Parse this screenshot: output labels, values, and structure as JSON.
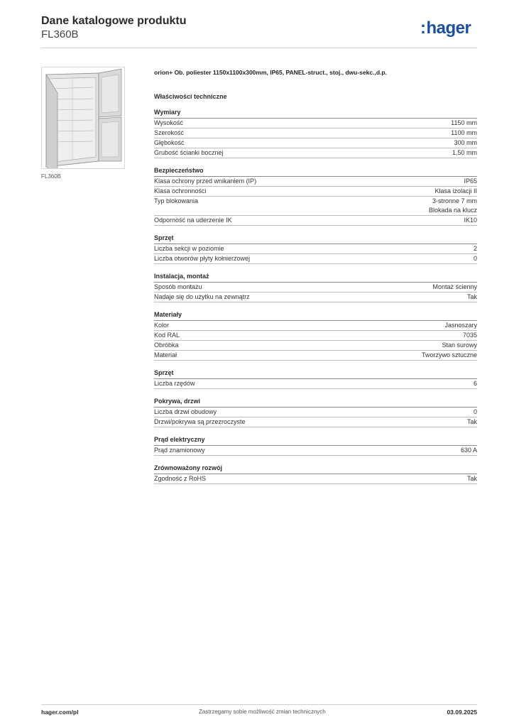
{
  "header": {
    "title": "Dane katalogowe produktu",
    "code": "FL360B",
    "logo": "hager"
  },
  "product": {
    "thumbnail_caption": "FL360B",
    "description": "orion+ Ob. poliester 1150x1100x300mm, IP65, PANEL-struct., stoj., dwu-sekc.,d.p."
  },
  "properties_title": "Właściwości techniczne",
  "sections": [
    {
      "title": "Wymiary",
      "rows": [
        {
          "label": "Wysokość",
          "value": [
            "1150 mm"
          ]
        },
        {
          "label": "Szerokość",
          "value": [
            "1100 mm"
          ]
        },
        {
          "label": "Głębokość",
          "value": [
            "300 mm"
          ]
        },
        {
          "label": "Grubość ścianki bocznej",
          "value": [
            "1,50 mm"
          ]
        }
      ]
    },
    {
      "title": "Bezpieczeństwo",
      "rows": [
        {
          "label": "Klasa ochrony przed wnikaniem (IP)",
          "value": [
            "IP65"
          ]
        },
        {
          "label": "Klasa ochronności",
          "value": [
            "Klasa izolacji II"
          ]
        },
        {
          "label": "Typ blokowania",
          "value": [
            "3-stronne 7 mm",
            "Blokada na klucz"
          ]
        },
        {
          "label": "Odporność na uderzenie IK",
          "value": [
            "IK10"
          ]
        }
      ]
    },
    {
      "title": "Sprzęt",
      "rows": [
        {
          "label": "Liczba sekcji w poziomie",
          "value": [
            "2"
          ]
        },
        {
          "label": "Liczba otworów płyty kołnierzowej",
          "value": [
            "0"
          ]
        }
      ]
    },
    {
      "title": "Instalacja, montaż",
      "rows": [
        {
          "label": "Sposób montażu",
          "value": [
            "Montaż ścienny"
          ]
        },
        {
          "label": "Nadaje się do użytku na zewnątrz",
          "value": [
            "Tak"
          ]
        }
      ]
    },
    {
      "title": "Materiały",
      "rows": [
        {
          "label": "Kolor",
          "value": [
            "Jasnoszary"
          ]
        },
        {
          "label": "Kod RAL",
          "value": [
            "7035"
          ]
        },
        {
          "label": "Obróbka",
          "value": [
            "Stan surowy"
          ]
        },
        {
          "label": "Materiał",
          "value": [
            "Tworzywo sztuczne"
          ]
        }
      ]
    },
    {
      "title": "Sprzęt",
      "rows": [
        {
          "label": "Liczba rzędów",
          "value": [
            "6"
          ]
        }
      ]
    },
    {
      "title": "Pokrywa, drzwi",
      "rows": [
        {
          "label": "Liczba drzwi obudowy",
          "value": [
            "0"
          ]
        },
        {
          "label": "Drzwi/pokrywa są przezroczyste",
          "value": [
            "Tak"
          ]
        }
      ]
    },
    {
      "title": "Prąd elektryczny",
      "rows": [
        {
          "label": "Prąd znamionowy",
          "value": [
            "630 A"
          ]
        }
      ]
    },
    {
      "title": "Zrównoważony rozwój",
      "rows": [
        {
          "label": "Zgodność z RoHS",
          "value": [
            "Tak"
          ]
        }
      ]
    }
  ],
  "footer": {
    "website": "hager.com/pl",
    "disclaimer": "Zastrzegamy sobie możliwość zmian technicznych",
    "date": "03.09.2025"
  }
}
